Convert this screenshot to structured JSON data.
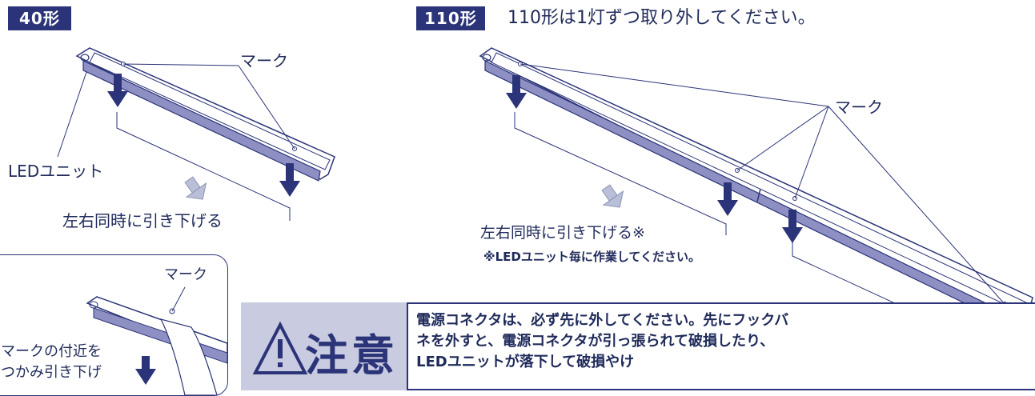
{
  "left_panel": {
    "badge": "40形",
    "mark_label": "マーク",
    "led_unit_label": "LEDユニット",
    "pull_down_label": "左右同時に引き下げる"
  },
  "right_panel": {
    "badge": "110形",
    "instruction": "110形は1灯ずつ取り外してください。",
    "mark_label": "マーク",
    "pull_down_label": "左右同時に引き下げる※",
    "note": "※LEDユニット毎に作業してください。"
  },
  "inset": {
    "mark_label": "マーク",
    "line1": "マークの付近を",
    "line2": "つかみ引き下げ"
  },
  "caution": {
    "word": "注意",
    "text": "電源コネクタは、必ず先に外してください。先にフックバネを外すと、電源コネクタが引っ張られて破損したり、LEDユニットが落下して破損やけ"
  },
  "colors": {
    "navy": "#2b3478",
    "arrow_light": "#b9bfd6",
    "fixture_shade": "#8e90c4"
  }
}
